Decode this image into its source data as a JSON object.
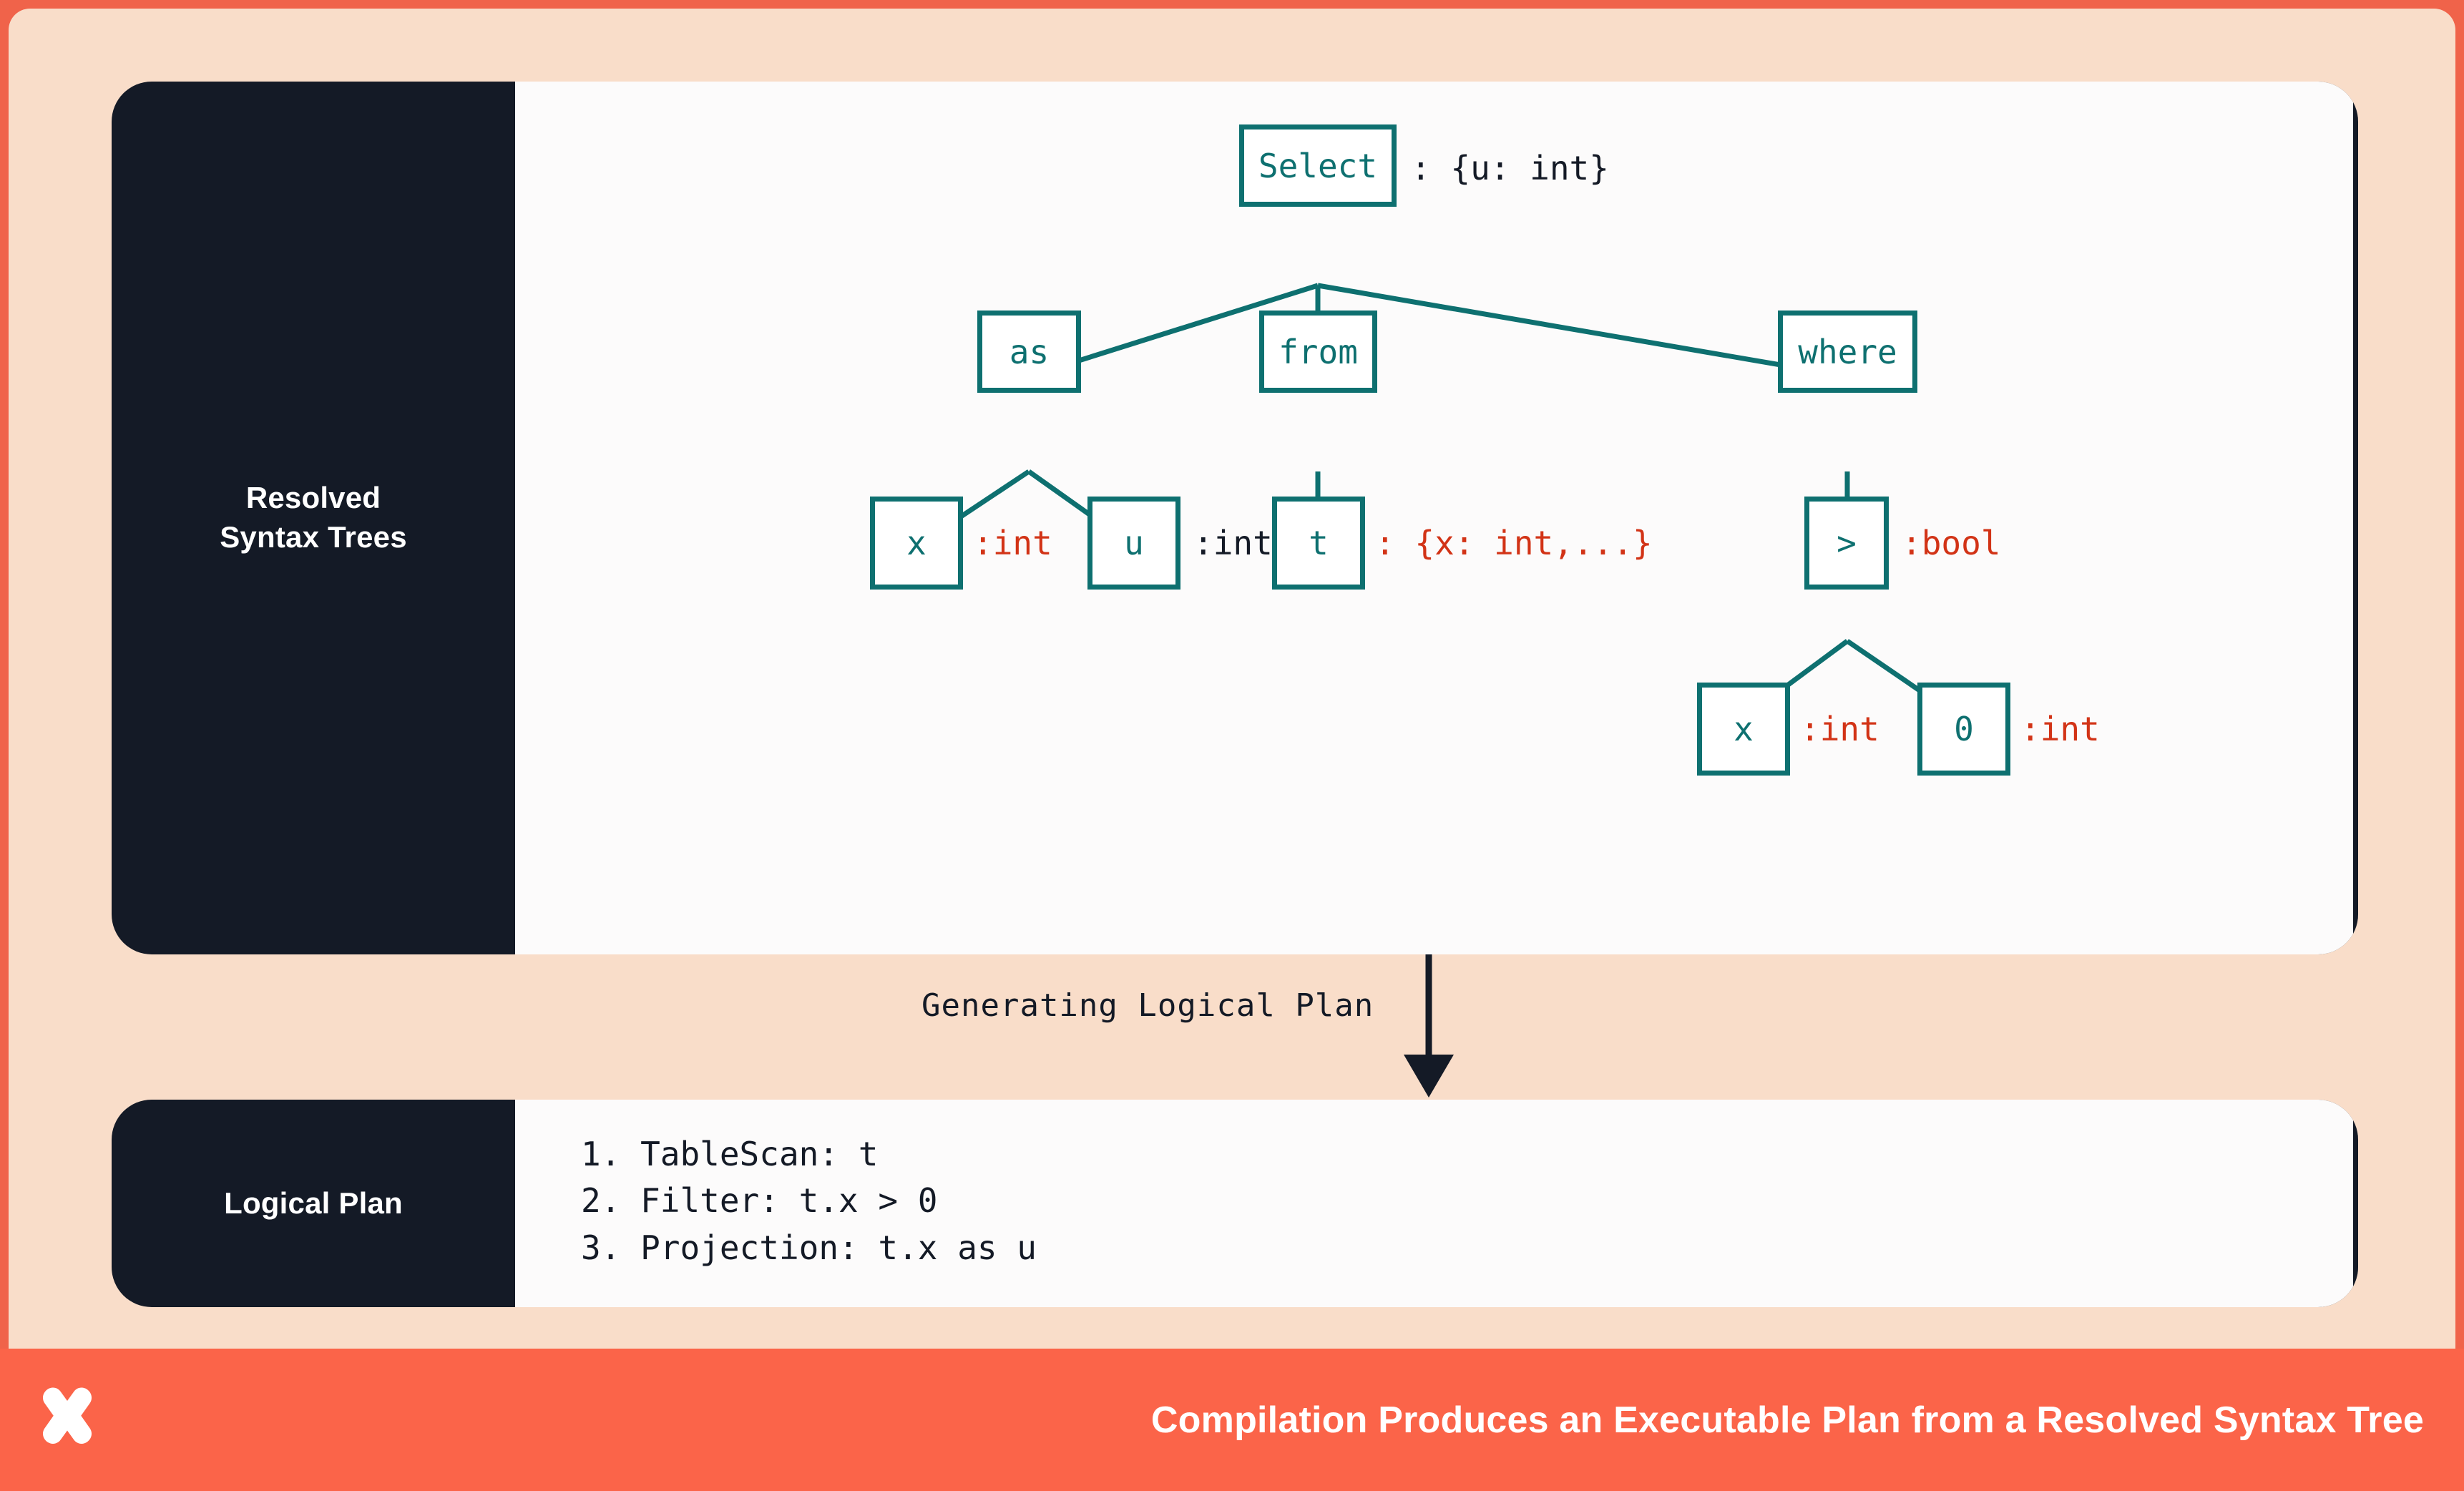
{
  "theme": {
    "frame_orange": "#F0634A",
    "background_peach": "#F9DDC9",
    "card_navy": "#141A26",
    "panel_white": "#FCFBFB",
    "node_teal": "#0E7070",
    "annotation_red": "#D23316",
    "footer_orange": "#FB6449"
  },
  "tree_card": {
    "label_line1": "Resolved",
    "label_line2": "Syntax Trees",
    "nodes": [
      {
        "id": "select",
        "text": "Select",
        "annotation": ": {u: int}",
        "annotation_color": "dark"
      },
      {
        "id": "as",
        "text": "as",
        "annotation": "",
        "annotation_color": "dark"
      },
      {
        "id": "from",
        "text": "from",
        "annotation": "",
        "annotation_color": "dark"
      },
      {
        "id": "where",
        "text": "where",
        "annotation": "",
        "annotation_color": "dark"
      },
      {
        "id": "as-x",
        "text": "x",
        "annotation": ":int",
        "annotation_color": "red"
      },
      {
        "id": "as-u",
        "text": "u",
        "annotation": ":int",
        "annotation_color": "dark"
      },
      {
        "id": "from-t",
        "text": "t",
        "annotation": ": {x: int,...}",
        "annotation_color": "red"
      },
      {
        "id": "gt",
        "text": ">",
        "annotation": ":bool",
        "annotation_color": "red"
      },
      {
        "id": "gt-x",
        "text": "x",
        "annotation": ":int",
        "annotation_color": "red"
      },
      {
        "id": "gt-0",
        "text": "0",
        "annotation": ":int",
        "annotation_color": "red"
      }
    ]
  },
  "flow": {
    "caption": "Generating Logical Plan"
  },
  "plan_card": {
    "label": "Logical Plan",
    "lines": [
      "1. TableScan: t",
      "2. Filter: t.x > 0",
      "3. Projection: t.x as u"
    ]
  },
  "footer": {
    "title": "Compilation Produces an Executable Plan from a Resolved Syntax Tree",
    "logo_name": "x-mark-logo"
  }
}
